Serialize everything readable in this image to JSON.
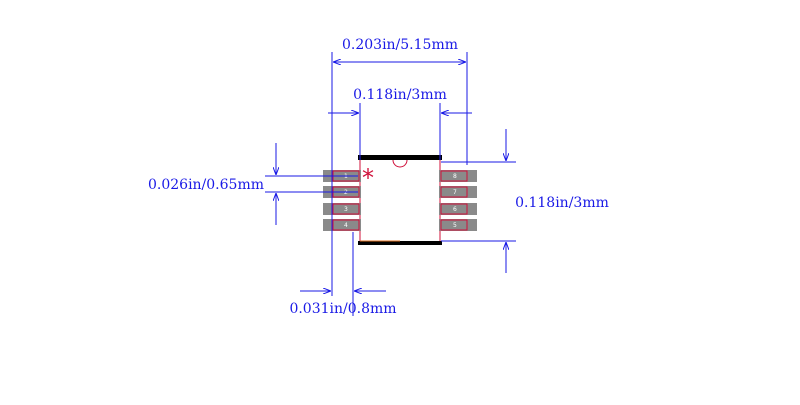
{
  "dimensions": {
    "overall_width": "0.203in/5.15mm",
    "body_width": "0.118in/3mm",
    "pitch": "0.026in/0.65mm",
    "body_height": "0.118in/3mm",
    "pad_length": "0.031in/0.8mm"
  },
  "pins": {
    "left": [
      "1",
      "2",
      "3",
      "4"
    ],
    "right": [
      "8",
      "7",
      "6",
      "5"
    ]
  },
  "marker": "*",
  "colors": {
    "dimension": "#1a1ae6",
    "pad_fill": "#8a8a8a",
    "pad_outline": "#d0103a",
    "body_outline": "#000000",
    "marker": "#d0103a"
  }
}
